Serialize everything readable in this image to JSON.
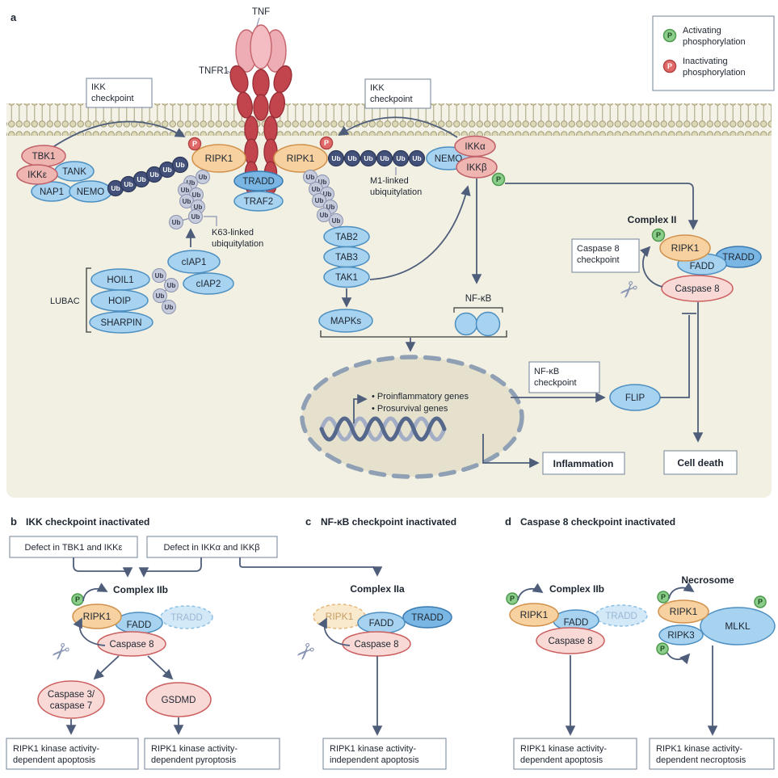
{
  "palette": {
    "background_beige": "#f2f0e3",
    "membrane_bead": "#ddd8b6",
    "arrow": "#4e5d7a",
    "blue_molecule": "#a7d3f1",
    "dark_blue_molecule": "#79b6e4",
    "orange_molecule": "#f7d2a0",
    "pink_kinase": "#efb5b1",
    "caspase_pink": "#f8d9d6",
    "ub_dark": "#42507a",
    "ub_gray": "#c7ccdd",
    "p_green": "#8bce8b",
    "p_red": "#e06a6a",
    "receptor_red": "#c2454e",
    "nucleus_fill": "#e5e1cd"
  },
  "common": {
    "ub": "Ub",
    "p": "P"
  },
  "icons": {
    "scissors": "✂"
  },
  "legend": {
    "activating": [
      "Activating",
      "phosphorylation"
    ],
    "inactivating": [
      "Inactivating",
      "phosphorylation"
    ]
  },
  "a": {
    "label": "a",
    "tnf": "TNF",
    "tnfr1": "TNFR1",
    "ikk_checkpoint": [
      "IKK",
      "checkpoint"
    ],
    "tbk1": "TBK1",
    "ikke": "IKKε",
    "tank": "TANK",
    "nap1": "NAP1",
    "nemo": "NEMO",
    "ripk1": "RIPK1",
    "tradd": "TRADD",
    "traf2": "TRAF2",
    "m1": [
      "M1-linked",
      "ubiquitylation"
    ],
    "k63": [
      "K63-linked",
      "ubiquitylation"
    ],
    "lubac": "LUBAC",
    "hoil1": "HOIL1",
    "hoip": "HOIP",
    "sharpin": "SHARPIN",
    "ciap1": "cIAP1",
    "ciap2": "cIAP2",
    "ikka": "IKKα",
    "ikkb": "IKKβ",
    "tab2": "TAB2",
    "tab3": "TAB3",
    "tak1": "TAK1",
    "mapks": "MAPKs",
    "nfkb": "NF-κB",
    "complex_ii": "Complex II",
    "fadd": "FADD",
    "caspase8": "Caspase 8",
    "caspase8_checkpoint": [
      "Caspase 8",
      "checkpoint"
    ],
    "genes": [
      "• Proinflammatory genes",
      "• Prosurvival genes"
    ],
    "nfkb_checkpoint": [
      "NF-κB",
      "checkpoint"
    ],
    "flip": "FLIP",
    "inflammation": "Inflammation",
    "cell_death": "Cell death"
  },
  "b": {
    "label": "b",
    "title": "IKK checkpoint inactivated",
    "defect1": "Defect in TBK1 and IKKε",
    "defect2": "Defect in IKKα and IKKβ",
    "complex": "Complex IIb",
    "ripk1": "RIPK1",
    "fadd": "FADD",
    "tradd": "TRADD",
    "caspase8": "Caspase 8",
    "caspase37": [
      "Caspase 3/",
      "caspase 7"
    ],
    "gsdmd": "GSDMD",
    "outcome1": [
      "RIPK1 kinase activity-",
      "dependent apoptosis"
    ],
    "outcome2": [
      "RIPK1 kinase activity-",
      "dependent pyroptosis"
    ]
  },
  "c": {
    "label": "c",
    "title": "NF-κB checkpoint inactivated",
    "complex": "Complex IIa",
    "ripk1": "RIPK1",
    "fadd": "FADD",
    "tradd": "TRADD",
    "caspase8": "Caspase 8",
    "outcome": [
      "RIPK1 kinase activity-",
      "independent apoptosis"
    ]
  },
  "d": {
    "label": "d",
    "title": "Caspase 8 checkpoint inactivated",
    "complex": "Complex IIb",
    "necrosome": "Necrosome",
    "ripk1": "RIPK1",
    "fadd": "FADD",
    "tradd": "TRADD",
    "caspase8": "Caspase 8",
    "ripk3": "RIPK3",
    "mlkl": "MLKL",
    "outcome1": [
      "RIPK1 kinase activity-",
      "dependent apoptosis"
    ],
    "outcome2": [
      "RIPK1 kinase activity-",
      "dependent necroptosis"
    ]
  }
}
